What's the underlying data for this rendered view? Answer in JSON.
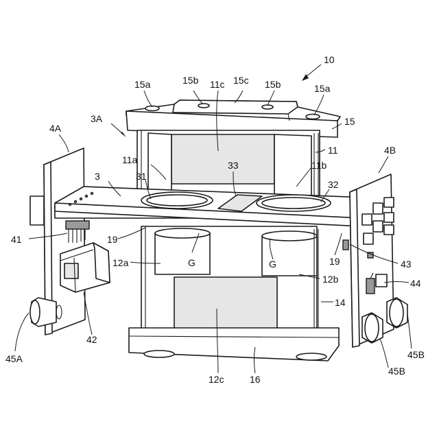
{
  "labels": {
    "l10": "10",
    "l15a_left": "15a",
    "l15b_left": "15b",
    "l11c": "11c",
    "l15c": "15c",
    "l15b_right": "15b",
    "l15a_right": "15a",
    "l15": "15",
    "l3A": "3A",
    "l4A": "4A",
    "l4B": "4B",
    "l11a": "11a",
    "l11": "11",
    "l33": "33",
    "l11b": "11b",
    "l3": "3",
    "l31": "31",
    "l32": "32",
    "l41": "41",
    "l19_left": "19",
    "l19_right": "19",
    "l43": "43",
    "l12a": "12a",
    "lG_left": "G",
    "lG_right": "G",
    "l12b": "12b",
    "l44": "44",
    "l14": "14",
    "l42": "42",
    "l45A": "45A",
    "l45B_upper": "45B",
    "l45B_lower": "45B",
    "l12c": "12c",
    "l16": "16"
  }
}
